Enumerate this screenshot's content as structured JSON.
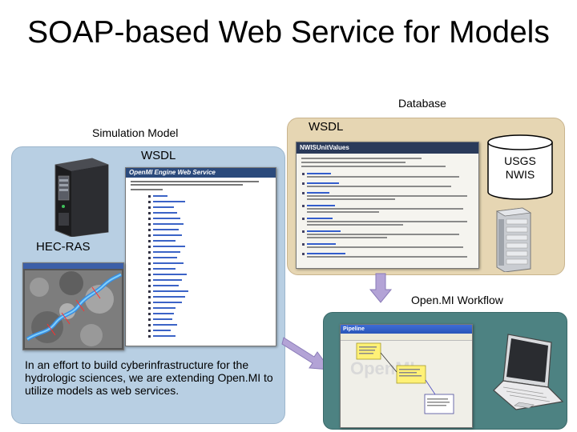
{
  "title": "SOAP-based Web Service for Models",
  "labels": {
    "database": "Database",
    "wsdl_top": "WSDL",
    "simulation_model": "Simulation Model",
    "wsdl_left": "WSDL",
    "usgs_line1": "USGS",
    "usgs_line2": "NWIS",
    "hec_ras": "HEC-RAS",
    "openmi_workflow": "Open.MI Workflow"
  },
  "description": "In an effort to build cyberinfrastructure for the hydrologic sciences, we are extending Open.MI to utilize models as web services.",
  "screenshots": {
    "nwis_title": "NWISUnitValues",
    "openmi_title": "OpenMI Engine Web Service",
    "workflow_title": "Pipeline",
    "workflow_watermark": "OpenMI"
  },
  "icons": [
    "server-tower-icon",
    "server-rack-icon",
    "laptop-icon",
    "database-cylinder-icon",
    "arrow-icon"
  ],
  "colors": {
    "database_panel": "#e6d6b3",
    "simulation_panel": "#b8cfe3",
    "workflow_panel": "#4d8282",
    "arrow": "#b3a3d6"
  }
}
